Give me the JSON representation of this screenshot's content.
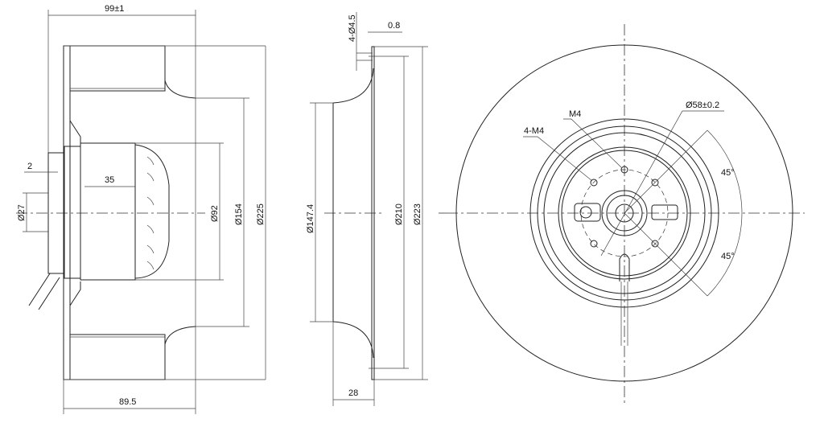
{
  "side_view": {
    "overall_width": "99±1",
    "shaft_step": "2",
    "motor_length": "35",
    "shaft_dia": "Ø27",
    "motor_dia": "Ø92",
    "inlet_dia": "Ø154",
    "impeller_dia": "Ø225",
    "impeller_width": "89.5"
  },
  "inlet_ring": {
    "holes": "4-Ø4.5",
    "thickness": "0.8",
    "throat_dia": "Ø147.4",
    "hole_circle_dia": "Ø210",
    "flange_dia": "Ø223",
    "depth": "28"
  },
  "front_view": {
    "thread_single": "M4",
    "thread_multi": "4-M4",
    "bolt_circle": "Ø58±0.2",
    "angle_top": "45°",
    "angle_bottom": "45°"
  }
}
